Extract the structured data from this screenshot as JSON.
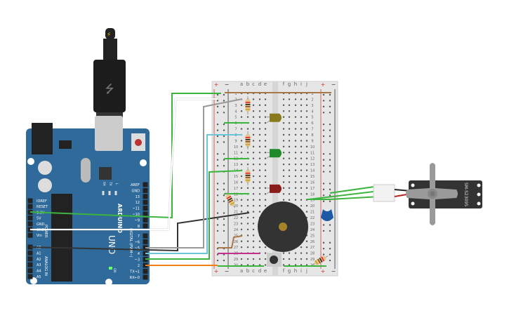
{
  "arduino": {
    "brand": "ARDUINO",
    "model": "UNO",
    "power_label": "POWER",
    "analog_label": "ANALOG IN",
    "digital_label": "DIGITAL (PWM~)",
    "on_label": "ON",
    "led_labels": [
      "RX",
      "TX",
      "L"
    ],
    "power_pins": [
      "IOREF",
      "RESET",
      "3.3V",
      "5V",
      "GND",
      "GND",
      "Vin"
    ],
    "analog_pins": [
      "A0",
      "A1",
      "A2",
      "A3",
      "A4",
      "A5"
    ],
    "digital_pins_top": [
      "AREF",
      "GND",
      "13",
      "12",
      "~11",
      "~10",
      "~9",
      "8"
    ],
    "digital_pins_bottom": [
      "7",
      "~6",
      "~5",
      "4",
      "~3",
      "2",
      "TX→1",
      "RX←0"
    ]
  },
  "breadboard": {
    "columns_left": [
      "a",
      "b",
      "c",
      "d",
      "e"
    ],
    "columns_right": [
      "f",
      "g",
      "h",
      "i",
      "j"
    ],
    "rail_plus": "+",
    "rail_minus": "−",
    "rows": 30
  },
  "servo": {
    "model": "SM-S2309S"
  },
  "colors": {
    "board": "#2f6a9a",
    "breadboard": "#e6e6e6",
    "wire_green": "#3cb53c",
    "wire_white": "#ffffff",
    "wire_black": "#333333",
    "wire_gray": "#999999",
    "wire_cyan": "#6cc5d8",
    "wire_orange": "#f07f16",
    "wire_pink": "#c0328c",
    "wire_brown": "#a8784a",
    "led_yellow": "#8a7a1c",
    "led_green": "#1f8a2a",
    "led_red": "#8a1c1c",
    "capacitor": "#1d5aa6"
  }
}
